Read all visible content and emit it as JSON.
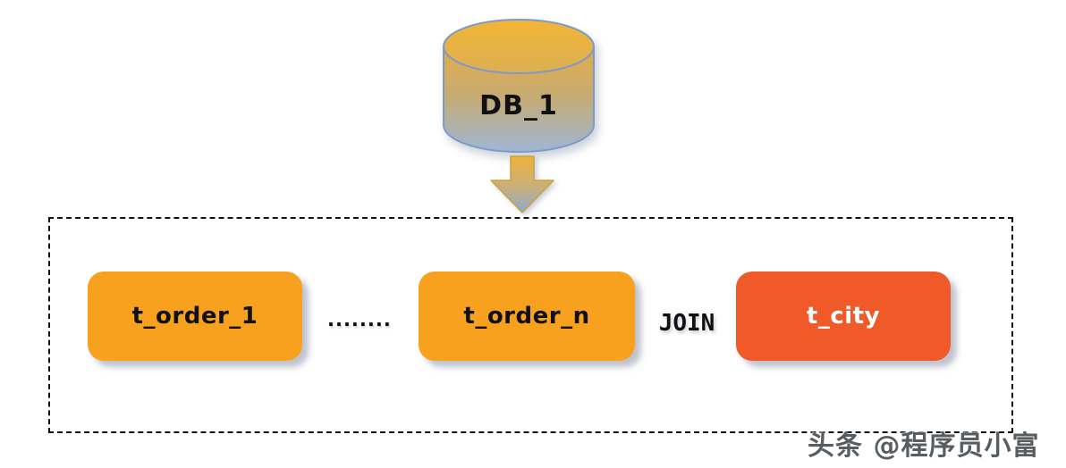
{
  "database": {
    "label": "DB_1"
  },
  "tables_panel": {
    "shard_tables": [
      {
        "label": "t_order_1"
      },
      {
        "label": "t_order_n"
      }
    ],
    "ellipsis": "........",
    "join_label": "JOIN",
    "dimension_table": {
      "label": "t_city"
    }
  },
  "watermark": {
    "text": "头条 @程序员小富"
  },
  "colors": {
    "shard_table_fill": "#F8A11E",
    "dimension_table_fill": "#F05A28",
    "cylinder_top": "#F2B636",
    "cylinder_mid": "#C4AB77",
    "cylinder_bottom": "#9FB6D6",
    "cylinder_stroke": "#7E9BC8",
    "arrow_top": "#EDB23E",
    "arrow_tip": "#8FA9CE",
    "arrow_stroke": "#C8A33C",
    "container_border": "#111111",
    "text_dark": "#111111",
    "text_light": "#FFFFFF"
  }
}
